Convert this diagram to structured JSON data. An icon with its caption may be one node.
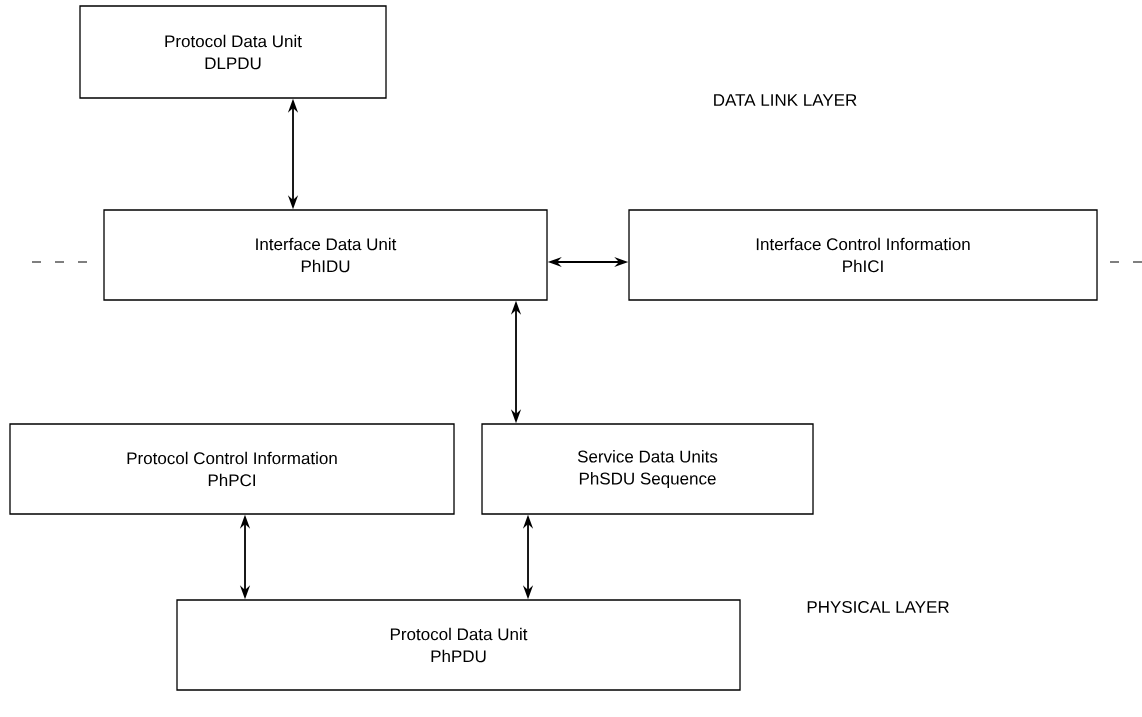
{
  "diagram": {
    "nodes": [
      {
        "text": [
          "Protocol Data Unit",
          "DLPDU"
        ]
      },
      {
        "text": [
          "Interface Data Unit",
          "PhIDU"
        ]
      },
      {
        "text": [
          "Interface Control Information",
          "PhICI"
        ]
      },
      {
        "text": [
          "Protocol Control Information",
          "PhPCI"
        ]
      },
      {
        "text": [
          "Service Data Units",
          "PhSDU Sequence"
        ]
      },
      {
        "text": [
          "Protocol Data Unit",
          "PhPDU"
        ]
      }
    ],
    "edges": [
      {
        "from": 0,
        "to": 1,
        "arrow": "both"
      },
      {
        "from": 1,
        "to": 2,
        "arrow": "both"
      },
      {
        "from": 1,
        "to": 4,
        "arrow": "both"
      },
      {
        "from": 3,
        "to": 5,
        "arrow": "both"
      },
      {
        "from": 4,
        "to": 5,
        "arrow": "both"
      }
    ],
    "labels": [
      "DATA LINK LAYER",
      "PHYSICAL LAYER"
    ]
  }
}
